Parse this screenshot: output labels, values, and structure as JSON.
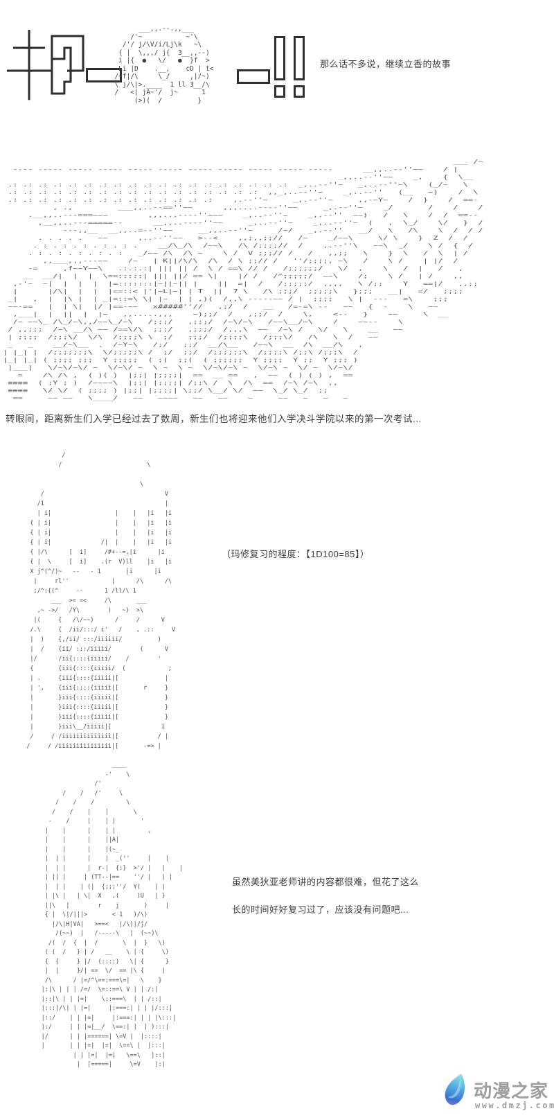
{
  "page": {
    "background": "#ffffff",
    "ink": "#4a4a4a",
    "caption_color": "#3d3d3d"
  },
  "header_banner": {
    "meme_text": "キタ━━!!",
    "glyph_ki": [
      "   ┃   ",
      " ━━╋━━ ",
      "   ┃   ",
      "━━━╋━━━",
      "   ┃   ",
      "   ┃   "
    ],
    "glyph_ta": [
      "┏━━━━┓ ",
      "┃ ┏┓ ┃ ",
      "┣━┛┃ ┃ ",
      "┃  ╋━┛ ",
      "┃ ┏┛   ",
      "┗━┛    "
    ],
    "face_aa": [
      "        ___,,.--.,,___",
      "      /'~           ~'\\",
      "    /'/ j/\\V/i/Lj\\k   ~\\",
      "   { |  \\,,,/ j{  3__,,--)",
      "   i |{  ●   \\/   ●  }f  >",
      "   Li |D    .__,    cD | t<",
      "  /~f|/\\     \\_/     ,|/~)",
      "  \\ j/\\|>.____  1 ll 3__/\\",
      "  /   <| jA~'/  j~      1",
      "       (>)(  /         }"
    ],
    "caption": "那么话不多说，继续立香的故事"
  },
  "scene": {
    "aa": [
      "                                                                                          ___ /~",
      "  ---- ----- ----- ----- ----- ----- ----- ----- ----- ----- -----      __,,..--''~~    / |",
      "                                                                   _,,..--''~~    _,    {  \\__",
      " .: .: .: .: .: .: .: .: .: .: .: .: .: .: .: .: .: .: .:  _,..--''~   _,..--''~\\    (_/~   \\",
      " .: .: .: .: .: .: .: .: .: .: .: .: .: .: .: .: .:  ,,_,..--''~    _,..--''   (__   ~)    /  \\",
      " .: .: .: .: .: .: .: .: .: .: .: .: .: .:    ,.--''~     _,.--''~     ,,-~Y~    /  }    /  ==-",
      "          , .,         ___,,..--==''~~      ,,,....----''~~     _,.--''~    _/       /    /    /",
      "     .__,,..---===~~~        ,,,...----''~~~    _,..--''~    _,.--''  ~~)   /   \\    /  /  ==--",
      "       ,__,,..---=====--      __,,..----''~~     _,..--''~    _,..--''~  (   ,  \\_/    \\/   }  /",
      "            ---,,__  __,,..=--''~~     __,,..--''~     /~/   _,.--''   __/   \\   /\\    \\  /  / /",
      "       . . . . .   ~~      ,..--''~~   >--<    ,,;,,;;//   /~    _/~~\\     \\/ \\    }  Z  /  /",
      "      . : . : . : . : . : .    __/\\_/\\  /~~\\   /\\ /;;;;//  /    ,.--''\\   ~~\\  _/    \\ /  {  /",
      "     . : . : . : . : . :   _/~~ /\\  /\\ ~    \\ /  V ;;;// /   /   ,,;;   \\    }  \\   /  \\  | /",
      "        ,,___,,,---~~    /~   | K||/\\/\\  /\\  / \\ ;;// /   ''/;;;;, ~\\   /    \\ /    | |/  /",
      "     -=     ,f~~Y~~\\   .:.:.:| ||| || /  \\ / ==\\ // /   /;;;;;;/   \\/  ,    \\   /  |   /   ,",
      "    __  __/|  |  |  \\==:::::| ||| ||/ == \\|    |/ /   /^;;;;;/  ~~\\    /;    \\ /   | /    ,,",
      "  ,-'~  ~|  |  |  |  |=:::::::|~||~|| |    ||  =|  /   /;;;;;/  ,,,,   \\ /;;    Y   ==|/   ,,;;",
      "  |      |/\\|  |  |  |==::< |'|~L|~| | T  ||  7 \\   /\\ ;;;/  ;;;;;\\   };;;   __|   =/   ;;;;",
      " _|   ,  |  |\\ |  | _|=::=\\ \\| |~  | | ,)(  /,,\\ -----~~ / |  ;;;;   \\ |  ---   =\\    ;;;",
      " ~~-==   |  | \\|  |/ |==-~~   x#####''//   ,;/  /   __   /=-=\\ --   ~~   {  -    \\   ~~",
      "  ,___|  |  ||  |  |~   ,,.....,,,    ~);;/  /   ,;;/  /    \\,    <--   }    ~~     \\  __",
      "  /~ ~~\\_ /\\_/~\\,,/~~\\_/~\\   /;;;/   ,;;;/  /~\\/~\\   /~~\\__/~\\    /    ~~--    \\",
      " / ,,;;;  /~\\ __/\\ ~~ /==\\/\\  ;;;/   ,;;;/  /,,,\\  ~~  /~\\ /   \\/   \\    __   ~~",
      " | ;;;;  /;;;\\/  \\/\\  /;;;;\\ \\  ;/   ;;;/  /;;;;\\   /;;;\\/   /\\   \\  /   ~~",
      " _   _    __/~\\__  .  /~Y~\\   /;/   ;;/  __/\\__   /~~\\  __  /\\  __/\\   ,",
      "| |_| |  /;;;;;;;\\  \\/;;;;;\\ /  ;/  ;;/  /;;;;;;\\  /;;;;\\ /;;\\ /;;;\\  /",
      "|_| |_| ( ;;;; ;;;  Y ;;;;;  ( ;(  ;;(  ( ;;;;;;  Y ;;;;  Y ;;  Y ;;; )",
      " |___|   \\/~\\/~\\/ ~  \\/~\\/ ~  \\ ~  \\ ~  \\/~\\/~\\ ~  \\/~\\ ~  \\/ ~  \\/~\\/",
      "   =    /\\ /\\ ,  ( )( )  |;;| |;;;;|  ==  __ ==   ,  ~~  ( ) ( ) ,  ==",
      " ≡≡≡≡  ( ;Y ; )  /~~~~\\  |;;| |;;;;| /;;\\ /  \\  /\\  ==  /~\\ /~\\  ,,",
      " ≡≡≡≡   \\/ \\/  ( ;;;; ) |;;| |;;;;| \\;;/ \\__/ \\/  ~~  \\_/ \\_/  ;;",
      "  ==     ~~ ~~   \\____/   ~~   ~~~~   ~~   ~~    ~     ~~   ~   ~   ~"
    ]
  },
  "narration": {
    "text": "转眼间，距离新生们入学已经过去了数周，新生们也将迎来他们入学决斗学院以来的第一次考试..."
  },
  "mash_panel": {
    "aa": [
      "            /",
      "           /                        \\",
      "",
      "                                  \\",
      "      /                                  V",
      "     /1                                  |",
      "     | i|                  |    |   |i   |i",
      "   { | i|                  |    |   |i   |i",
      "   { | i|                  |    |   |i   |i",
      "   { | i|              /|  |    |   |i   |i",
      "   { |/\\      [  i]     /#+--=,|i      |i",
      "   { |  \\     [  i]    .(r  V)ll    |i   |i",
      "   X j^(^/)~   --   - 1       |i      |i",
      "    |     rl''            |      /\\      /\\",
      "    ;/^:{(^     --      1 /ll/\\ 1",
      "         ___  >= =<     /\\       ___",
      "     ,~ ->/   /Y\\        )   ~)  >\\",
      "    |(     {   /\\/~~)      /     /      V",
      "   /.\\     {  /ii/:::/ i'   /    , .::     V",
      "   |  )    {,/ii/ :::/iiiiii/          )",
      "   |  /    {ii/ :::/iiiii/        (      V",
      "   |/      /ii{::::{iiiii/    /        '",
      "   {       {iii{::::{iiiii/  (            ;",
      "   | .     {iii{::::{iiiii|[             |",
      "   | ',    {iii{::::{iiiii|[       r     }",
      "   |       }iii{::::{iiiii|[             }",
      "   |       }iii{::::{iiiii|[             }",
      "   |       }iii{::::{iiiii|[             }",
      "   |       }iii\\__/iiiii|[              1",
      "   /     / /iiiiiiiiiiiiii|[           / |",
      "  /     / /iiiiiiiiiiiiiii|[       -=> |"
    ],
    "caption": "（玛修复习的程度：【1D100=85】）"
  },
  "student_panel": {
    "aa": [
      "                         ____",
      "                       -'    \\",
      "                    /'",
      "           /    /   /'     \\",
      "         /    /    /         \\",
      "        /    /    |    |       \\",
      "       -    /     |    | |       '",
      "      |    |      |    | |         ,",
      "      |    |      |    ||A|",
      "      |    |      |    |(~_",
      "      |  | |      |    |  _(''     |    |",
      "      |  | |      |  r-|  {:}  >'/ |   |    |",
      "      | || |     | (TT--|==    ''/ |   | |",
      "      |  | |    | (|  {;;;''/  Y(    | |",
      "      | |\\ |   | \\|  X   ,(     )U   | }",
      "      ||\\   |        r    j       )     |",
      "      { |  \\|/|||>       < 1   )/\\)",
      "        |/\\|H|VA|   >==<   |/\\)|/j/",
      "         /(~~)  |   /-----\\   |  (~~)\\",
      "       /(  /  {  |  /       \\  |  }   \\)",
      "      ( (  /   } | /   __    \\ | {     \\)",
      "      {  {     } |/  (::::)   \\| {      }",
      "      |  |     }/| ==  \\/  == |\\ {     |",
      "      /\\      / |=/^\\==:===\\=|   \\    }",
      "     |:|\\ | | | /=/  \\=::==\\ V | | /:|",
      "     |::|\\ | | |=|    \\::===\\  | | /::|",
      "     |:::|/\\| | |=|     |:===:| | | |/:::|",
      "     |::/    | | |=|     |:===:| | | |\\:::|",
      "     |:/     | | |=|__/  \\==:| |  | ):::|",
      "     |/      | | |======| \\=V |  |::::|",
      "     |       | | |=|  |=|  \\==\\ |  |:::|",
      "              | | |=|  |=|   \\==\\   |::|",
      "               |  |=====|     \\=V    |:|"
    ],
    "caption_line1": "虽然美狄亚老师讲的内容都很难，但花了这么",
    "caption_line2": "长的时间好好复习过了，应该没有问题吧..."
  },
  "watermark": {
    "site_name": "动漫之家",
    "site_url": "www.dmzj.com",
    "text_color": "#9e9e9e",
    "flame_top": "#8fe0ee",
    "flame_mid": "#54a8e0",
    "flame_bottom": "#3b6fd4",
    "flame_tip": "#7a6fd8"
  }
}
